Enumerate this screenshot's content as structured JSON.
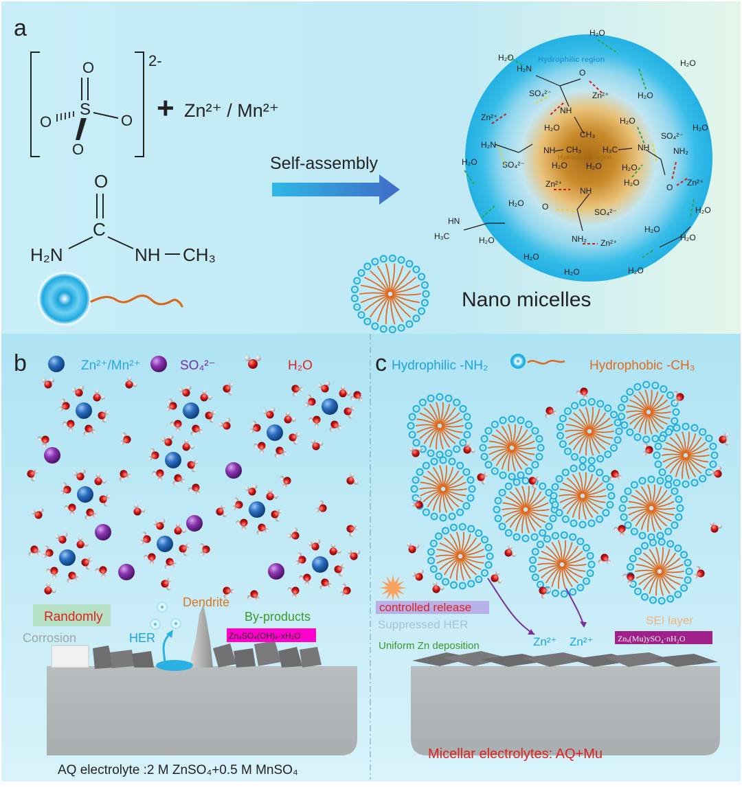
{
  "panel_a": {
    "letter": "a",
    "sulfate_charge": "2-",
    "sulfate_o": "O",
    "sulfate_s": "S",
    "plus": "+",
    "ions": "Zn²⁺ / Mn²⁺",
    "urea_o": "O",
    "urea_c": "C",
    "urea_h2n": "H₂N",
    "urea_nh": "NH",
    "urea_ch3": "CH₃",
    "arrow_label": "Self-assembly",
    "micelle_label": "Nano micelles",
    "hydrophilic_region": "Hydrophilic region",
    "hydrophobic_region": "Hydrophobic region",
    "diagram_labels": {
      "h2o": "H₂O",
      "zn": "Zn²⁺",
      "so4": "SO₄²⁻",
      "nh": "NH",
      "hn": "HN",
      "nh2": "NH₂",
      "h2n": "H₂N",
      "ch3": "CH₃",
      "h3c": "H₃C",
      "o": "O"
    }
  },
  "panel_b": {
    "letter": "b",
    "legend_zn": "Zn²⁺/Mn²⁺",
    "legend_so4": "SO₄²⁻",
    "legend_h2o": "H₂O",
    "randomly": "Randomly",
    "corrosion": "Corrosion",
    "dendrite": "Dendrite",
    "byproducts": "By-products",
    "byproduct_formula": "Zn₄SO₄(OH)₆·xH₂O",
    "her": "HER",
    "caption": "AQ electrolyte :2 M ZnSO₄+0.5 M MnSO₄"
  },
  "panel_c": {
    "letter": "c",
    "legend_hydrophilic": "Hydrophilic -NH₂",
    "legend_hydrophobic": "Hydrophobic -CH₃",
    "controlled_release": "controlled release",
    "suppressed_her": "Suppressed HER",
    "uniform_deposition": "Uniform Zn deposition",
    "zn1": "Zn²⁺",
    "zn2": "Zn²⁺",
    "sei_layer": "SEI layer",
    "sei_formula": "Znₓ(Mu)ySO₄·nH₂O",
    "caption": "Micellar electrolytes: AQ+Mu"
  },
  "colors": {
    "background": "#c6ecf6",
    "zn_ion": "#1e5fa8",
    "so4_ion": "#7a2e9e",
    "oxygen": "#d81818",
    "hydrophilic": "#22b6e0",
    "hydrophobic": "#e2691c",
    "substrate": "#b3b8ba",
    "red_text": "#e0201a",
    "cyan_text": "#19a9d6",
    "orange_text": "#e2691c",
    "green_text": "#3a9a28",
    "magenta_box": "#ff00cc",
    "purple_box": "#a0208a"
  }
}
